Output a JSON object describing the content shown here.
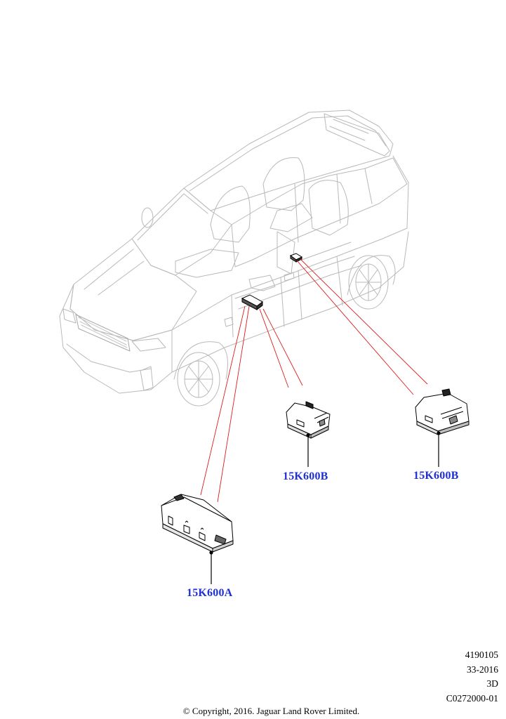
{
  "labels": {
    "part_a": "15K600A",
    "part_b_center": "15K600B",
    "part_b_right": "15K600B"
  },
  "reference": {
    "line1": "4190105",
    "line2": "33-2016",
    "line3": "3D",
    "line4": "C0272000-01"
  },
  "copyright": "© Copyright, 2016. Jaguar Land Rover Limited.",
  "colors": {
    "label": "#1f2fd6",
    "leader_line": "#e01b1b",
    "vehicle_outline": "#b9b9b9",
    "part_outline": "#000000"
  }
}
